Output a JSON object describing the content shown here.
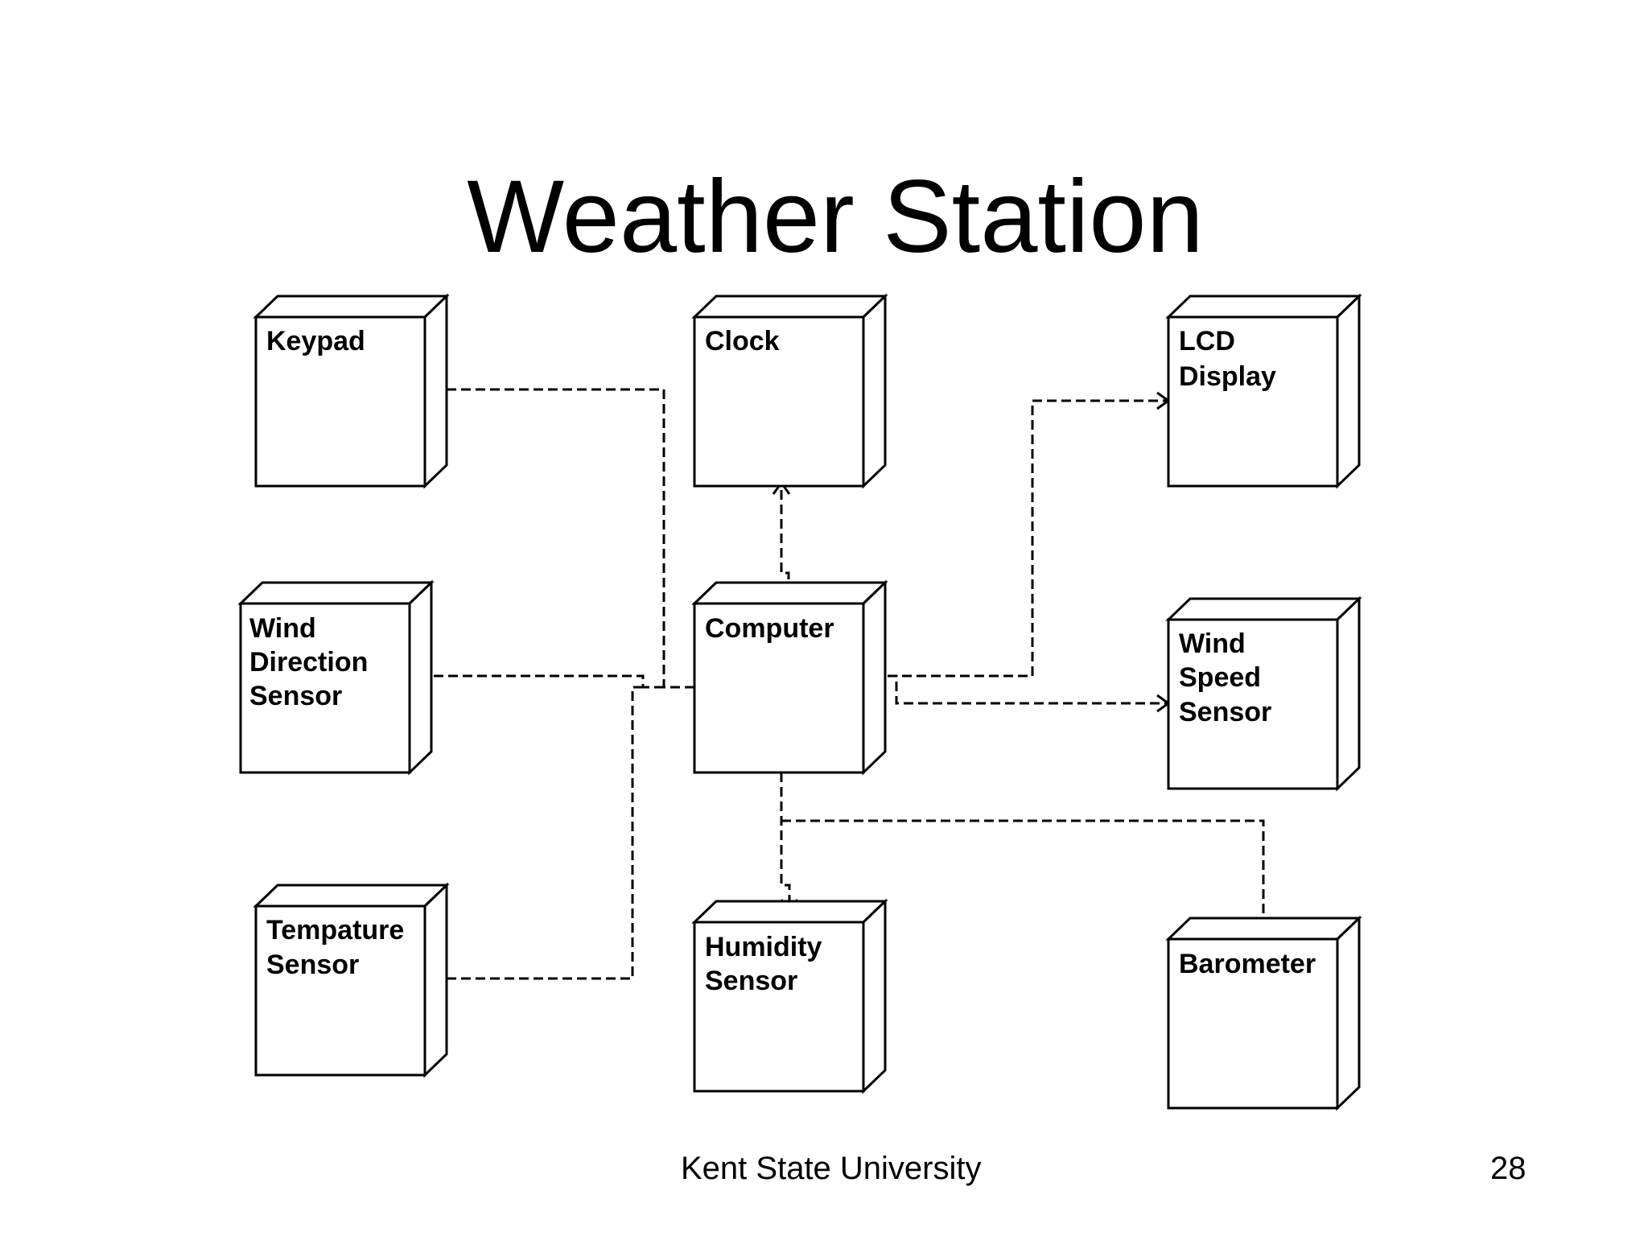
{
  "slide": {
    "title": "Weather Station",
    "footer": "Kent State University",
    "page_number": "28"
  },
  "nodes": {
    "keypad": {
      "lines": [
        "Keypad"
      ]
    },
    "clock": {
      "lines": [
        "Clock"
      ]
    },
    "lcd_display": {
      "lines": [
        "LCD",
        "Display"
      ]
    },
    "wind_direction_sensor": {
      "lines": [
        "Wind",
        "Direction",
        "Sensor"
      ]
    },
    "computer": {
      "lines": [
        "Computer"
      ]
    },
    "wind_speed_sensor": {
      "lines": [
        "Wind",
        "Speed",
        "Sensor"
      ]
    },
    "tempature_sensor": {
      "lines": [
        "Tempature",
        "Sensor"
      ]
    },
    "humidity_sensor": {
      "lines": [
        "Humidity",
        "Sensor"
      ]
    },
    "barometer": {
      "lines": [
        "Barometer"
      ]
    }
  },
  "dependencies": [
    {
      "from": "computer",
      "to": "keypad"
    },
    {
      "from": "computer",
      "to": "clock"
    },
    {
      "from": "computer",
      "to": "lcd_display"
    },
    {
      "from": "computer",
      "to": "wind_direction_sensor"
    },
    {
      "from": "computer",
      "to": "wind_speed_sensor"
    },
    {
      "from": "computer",
      "to": "tempature_sensor"
    },
    {
      "from": "computer",
      "to": "humidity_sensor"
    },
    {
      "from": "computer",
      "to": "barometer"
    }
  ]
}
